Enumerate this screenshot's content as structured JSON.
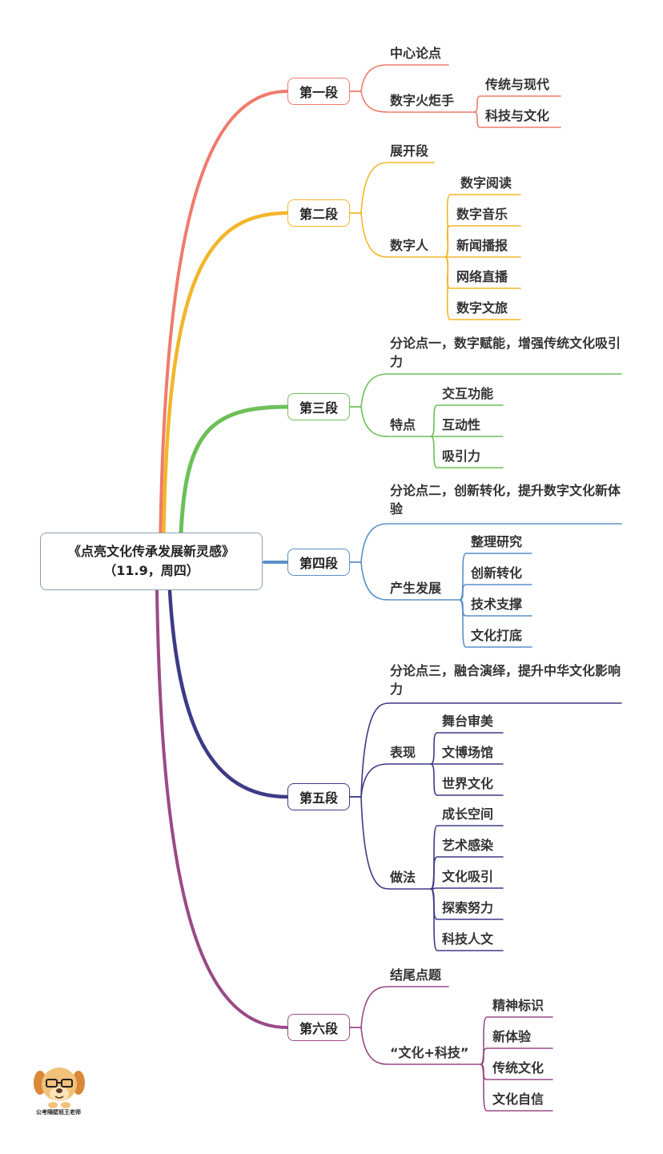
{
  "root": {
    "title": "《点亮文化传承发展新灵感》",
    "subtitle": "（11.9，周四）"
  },
  "colors": {
    "s1": "#ef7b6c",
    "s2": "#f3b52b",
    "s3": "#6dbf58",
    "s4": "#5b8fc6",
    "s5": "#3d3a86",
    "s6": "#9a4a86"
  },
  "sections": [
    {
      "label": "第一段",
      "a": "中心论点",
      "b": "数字火炬手",
      "b_items": [
        "传统与现代",
        "科技与文化"
      ]
    },
    {
      "label": "第二段",
      "a": "展开段",
      "b": "数字人",
      "b_items": [
        "数字阅读",
        "数字音乐",
        "新闻播报",
        "网络直播",
        "数字文旅"
      ]
    },
    {
      "label": "第三段",
      "a": "分论点一，数字赋能，增强传统文化吸引力",
      "b": "特点",
      "b_items": [
        "交互功能",
        "互动性",
        "吸引力"
      ]
    },
    {
      "label": "第四段",
      "a": "分论点二，创新转化，提升数字文化新体验",
      "b": "产生发展",
      "b_items": [
        "整理研究",
        "创新转化",
        "技术支撑",
        "文化打底"
      ]
    },
    {
      "label": "第五段",
      "a": "分论点三，融合演绎，提升中华文化影响力",
      "b": "表现",
      "b_items": [
        "舞台审美",
        "文博场馆",
        "世界文化"
      ],
      "c": "做法",
      "c_items": [
        "成长空间",
        "艺术感染",
        "文化吸引",
        "探索努力",
        "科技人文"
      ]
    },
    {
      "label": "第六段",
      "a": "结尾点题",
      "b": "“文化+科技”",
      "b_items": [
        "精神标识",
        "新体验",
        "传统文化",
        "文化自信"
      ]
    }
  ],
  "logo": {
    "caption": "公考隔壁班王老师",
    "icon": "cartoon-dog-with-glasses"
  }
}
